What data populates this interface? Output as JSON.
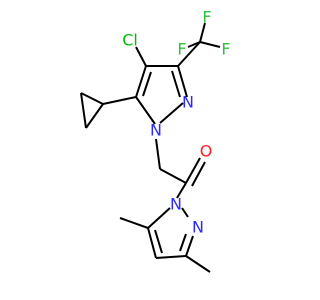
{
  "colors": {
    "bond": "#000000",
    "Cl": "#00c000",
    "F": "#30c040",
    "N": "#2a2aff",
    "O": "#ff2020"
  },
  "labels": {
    "chlorine": "Cl",
    "fluorine_1": "F",
    "fluorine_2": "F",
    "fluorine_3": "F",
    "nitrogen_upper_n1": "N",
    "nitrogen_upper_n2": "N",
    "oxygen": "O",
    "nitrogen_lower_n1": "N",
    "nitrogen_lower_n2": "N"
  }
}
